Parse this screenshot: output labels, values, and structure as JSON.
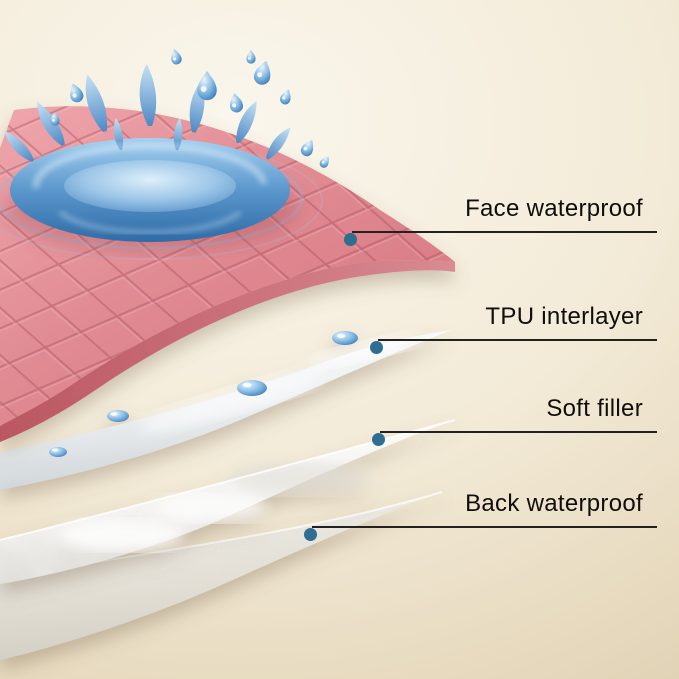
{
  "page": {
    "type": "product-layer-infographic",
    "subject": "Four-layer waterproof pad construction diagram"
  },
  "callouts": [
    {
      "label": "Face waterproof"
    },
    {
      "label": "TPU interlayer"
    },
    {
      "label": "Soft filler"
    },
    {
      "label": "Back waterproof"
    }
  ],
  "colors": {
    "background_cream": "#f3ebd8",
    "callout_dot": "#2e6e90",
    "callout_line": "#23211e",
    "label_text": "#0f0e0c",
    "face_layer_pink": "#e08a92",
    "water_blue": "#3c7cb8",
    "tpu_white": "#eef1f3",
    "filler_white": "#f5f4f1",
    "back_gray": "#e5e1d8"
  }
}
